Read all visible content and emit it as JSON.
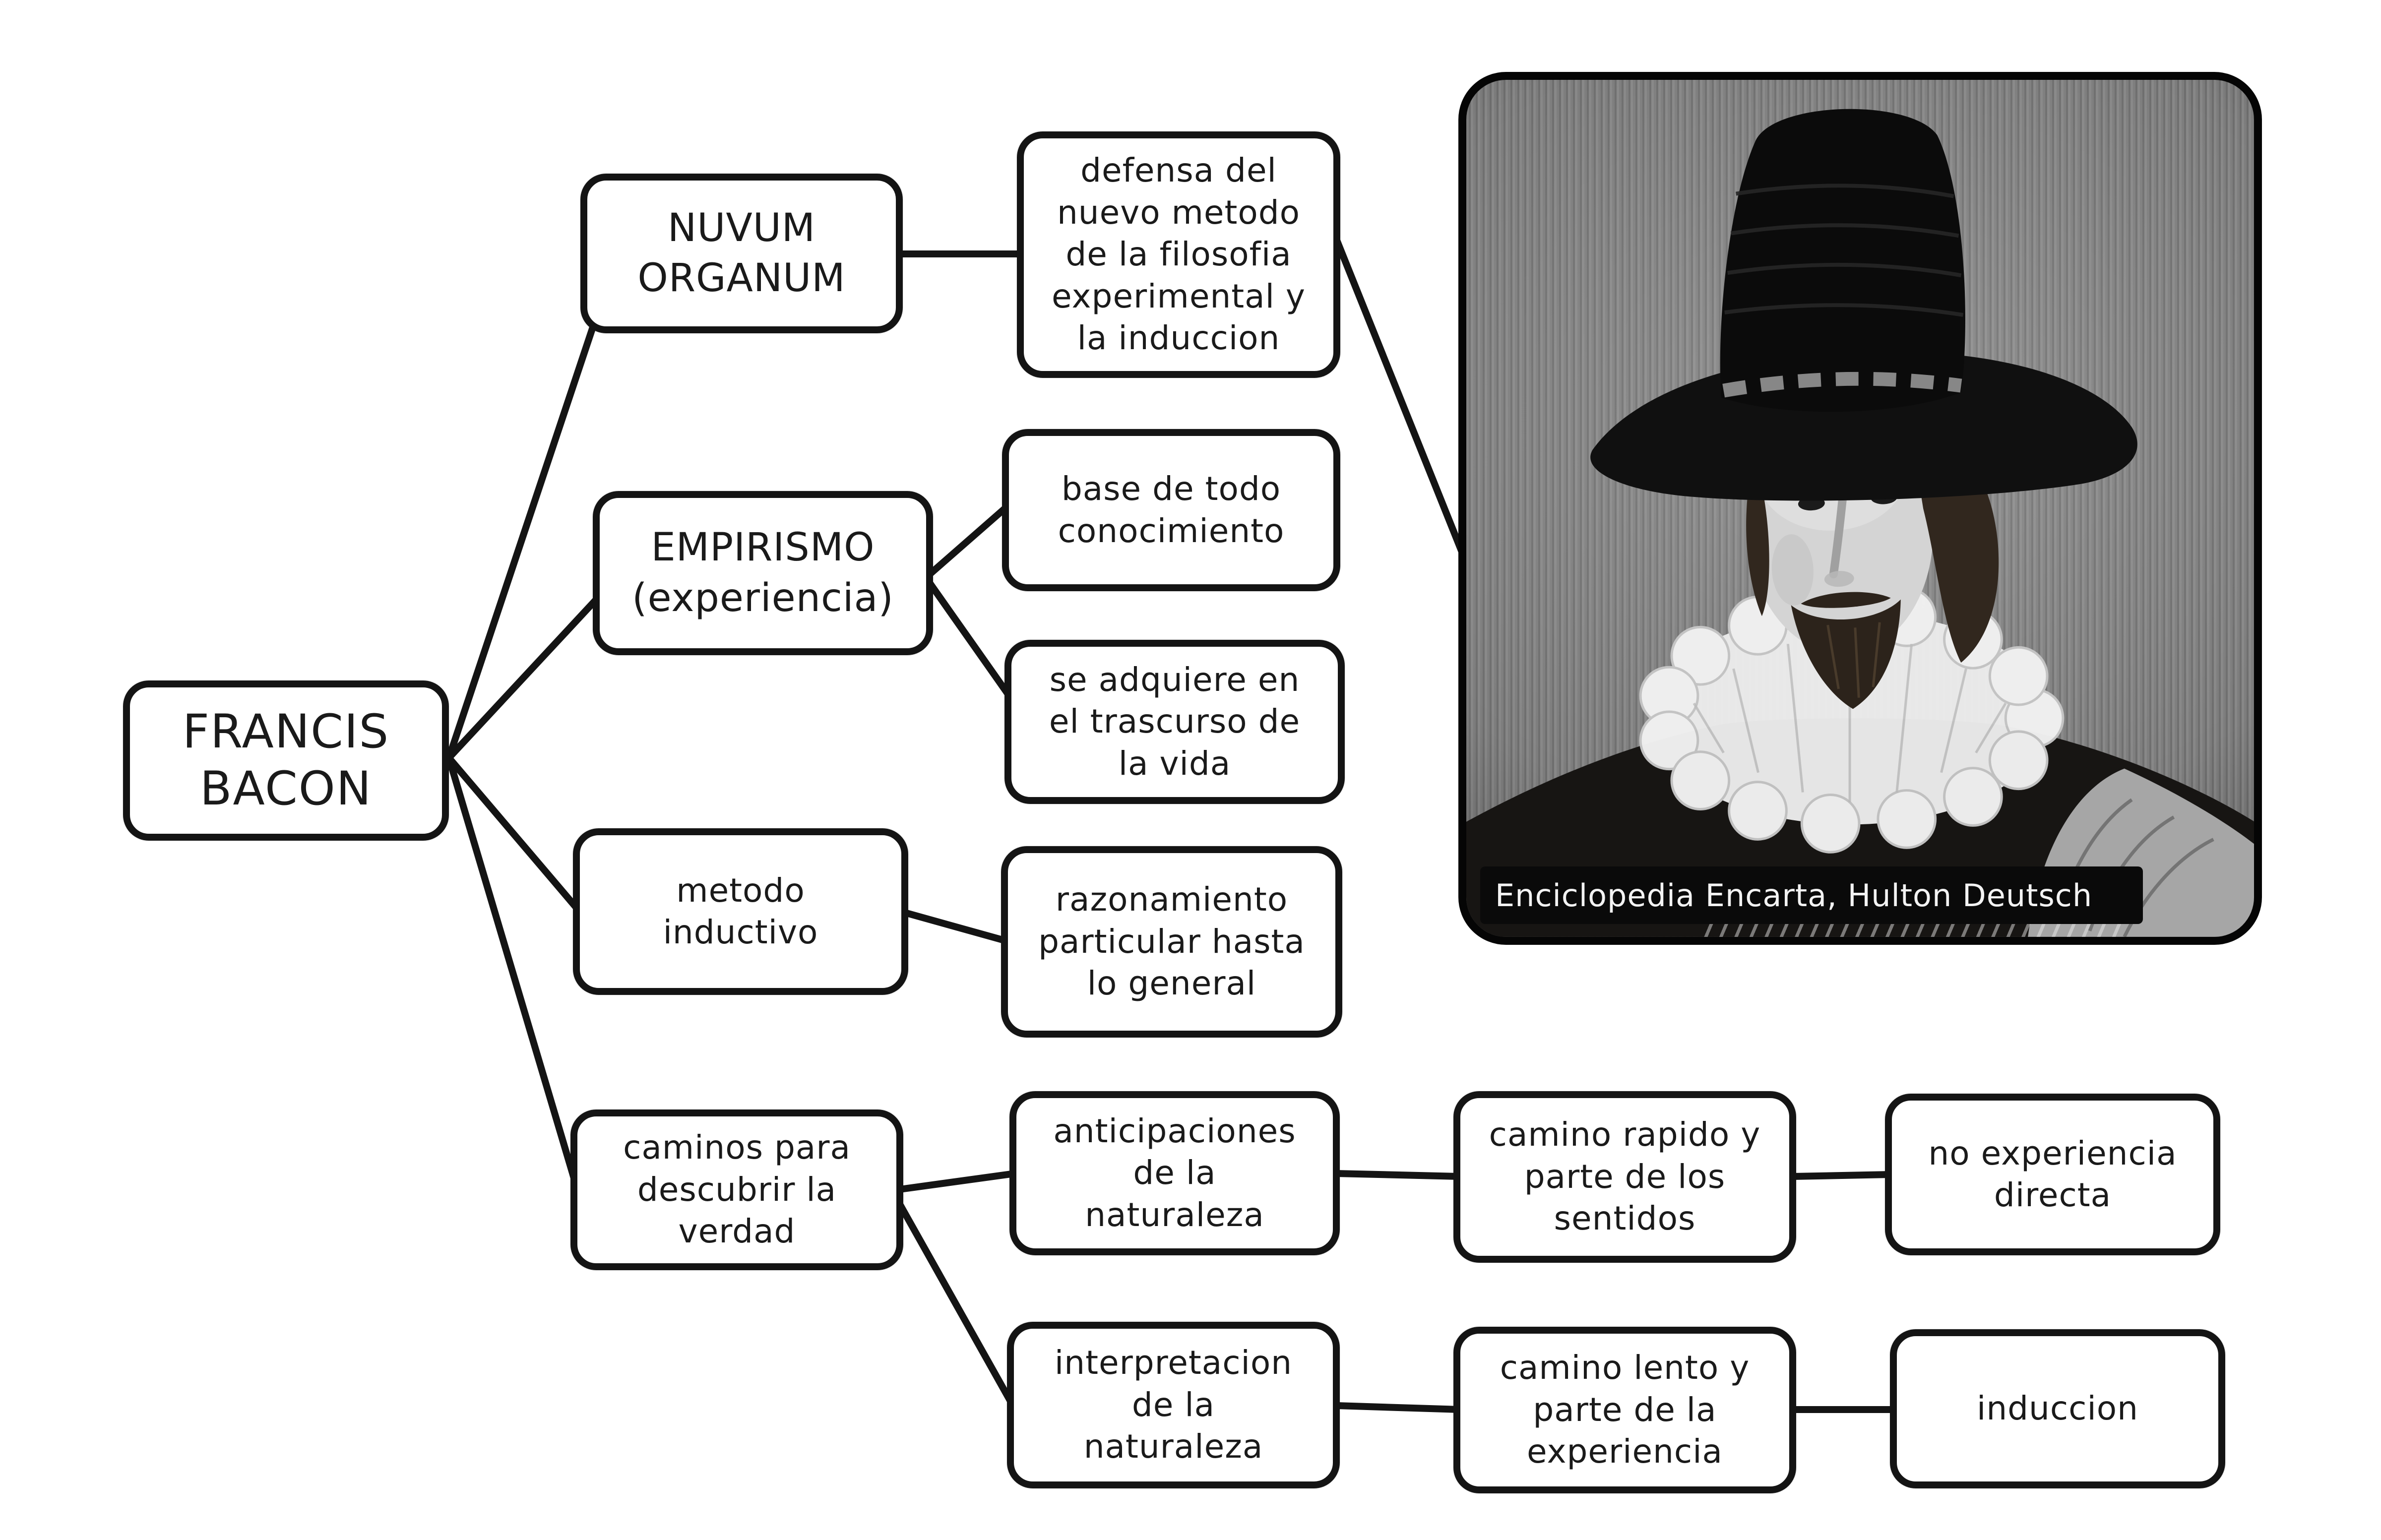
{
  "diagram": {
    "language": "es",
    "nodes": {
      "francis": {
        "label": "FRANCIS\nBACON"
      },
      "nuvum": {
        "label": "NUVUM\nORGANUM"
      },
      "defensa": {
        "label": "defensa del\nnuevo metodo\nde la filosofia\nexperimental y\nla induccion"
      },
      "empirismo": {
        "label": "EMPIRISMO\n(experiencia)"
      },
      "base": {
        "label": "base de todo\nconocimiento"
      },
      "adquiere": {
        "label": "se adquiere en\nel trascurso de\nla vida"
      },
      "metodo": {
        "label": "metodo\ninductivo"
      },
      "razonamiento": {
        "label": "razonamiento\nparticular hasta\nlo general"
      },
      "caminos": {
        "label": "caminos para\ndescubrir la\nverdad"
      },
      "anticipaciones": {
        "label": "anticipaciones\nde la\nnaturaleza"
      },
      "rapido": {
        "label": "camino rapido y\nparte de los\nsentidos"
      },
      "noexperiencia": {
        "label": "no experiencia\ndirecta"
      },
      "interpretacion": {
        "label": "interpretacion\nde la\nnaturaleza"
      },
      "lento": {
        "label": "camino lento y\nparte de la\nexperiencia"
      },
      "induccion": {
        "label": "induccion"
      }
    }
  },
  "portrait": {
    "caption": "Enciclopedia Encarta, Hulton Deutsch",
    "subject": "francis-bacon-portrait"
  },
  "colors": {
    "background": "#ffffff",
    "line": "#141414",
    "node_border": "#141414",
    "node_fill": "#ffffff",
    "text": "#1a1a1a",
    "caption_bg": "#0a0a0a",
    "caption_text": "#f3f3f3",
    "portrait_bg": "#777777"
  }
}
